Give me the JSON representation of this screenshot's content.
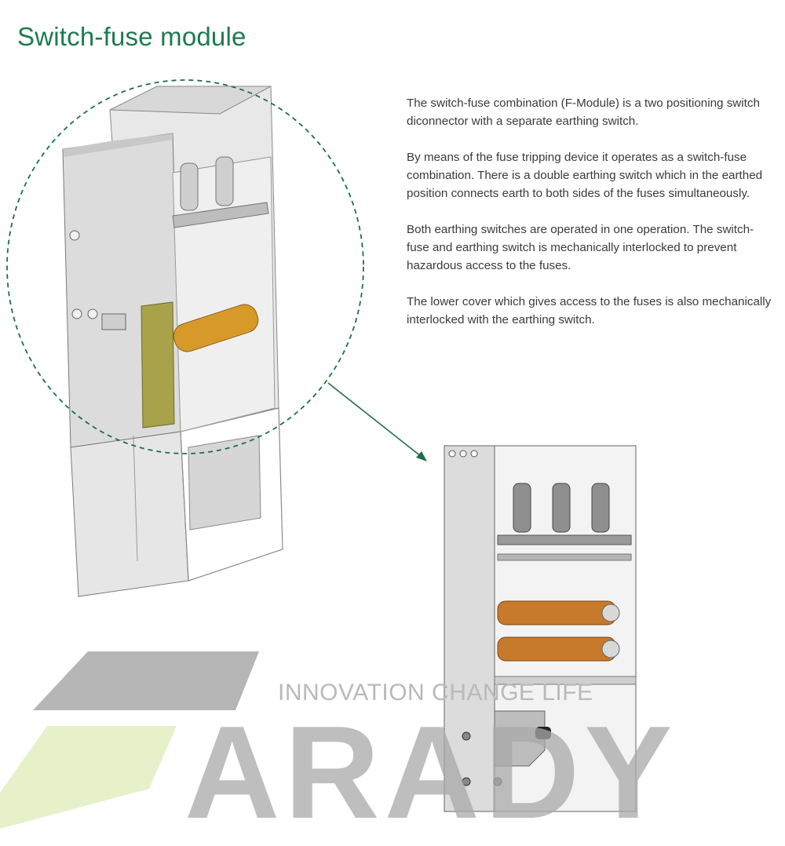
{
  "page": {
    "title": "Switch-fuse module"
  },
  "description": {
    "paragraphs": [
      "The switch-fuse combination (F-Module) is a two positioning switch diconnector with a separate earthing switch.",
      "By means of the fuse tripping device it operates as a switch-fuse combination. There is a double earthing switch which in the earthed position connects earth to both sides of the fuses simultaneously.",
      "Both earthing switches are operated in one operation. The switch-fuse and earthing switch is mechanically interlocked to prevent hazardous access to the fuses.",
      "The lower cover which gives access to the fuses is also mechanically interlocked with the earthing switch."
    ]
  },
  "watermark": {
    "tagline": "INNOVATION CHANGE LIFE",
    "word": "ARADY"
  },
  "colors": {
    "title": "#1e7a4e",
    "callout": "#1e6e48",
    "fuse": "#d79a2a",
    "logo_gray": "#a9a9a9",
    "logo_green": "#e3efc4"
  }
}
